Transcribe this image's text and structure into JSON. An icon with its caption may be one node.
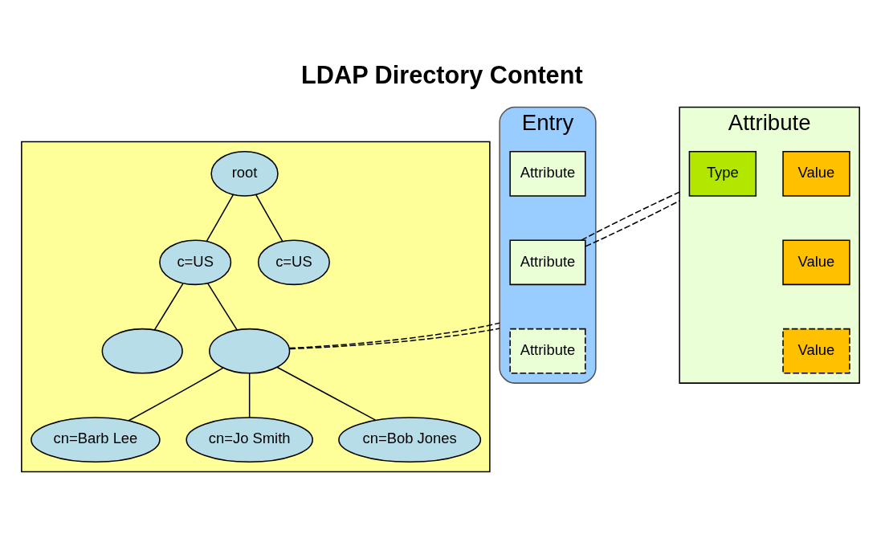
{
  "diagram": {
    "title": "LDAP Directory Content",
    "nodes": [
      {
        "text": [],
        "shape": "box"
      },
      {
        "text": [
          "root"
        ],
        "in": 0
      },
      {
        "text": [
          "c=US"
        ],
        "in": 0
      },
      {
        "text": [
          "c=US"
        ],
        "in": 0
      },
      {
        "text": [],
        "shape": "ellipse",
        "in": 0
      },
      {
        "text": [],
        "shape": "ellipse",
        "in": 0
      },
      {
        "text": [
          "cn=Barb Lee"
        ],
        "in": 0
      },
      {
        "text": [
          "cn=Jo Smith"
        ],
        "in": 0
      },
      {
        "text": [
          "cn=Bob Jones"
        ],
        "in": 0
      },
      {
        "text": [
          "Entry"
        ]
      },
      {
        "text": [
          "Attribute"
        ],
        "in": 9
      },
      {
        "text": [
          "Attribute"
        ],
        "in": 9
      },
      {
        "text": [
          "Attribute"
        ],
        "in": 9
      },
      {
        "text": [
          "Attribute"
        ]
      },
      {
        "text": [
          "Type"
        ],
        "in": 13
      },
      {
        "text": [
          "Value"
        ],
        "in": 13
      },
      {
        "text": [
          "Value"
        ],
        "in": 13
      },
      {
        "text": [
          "Value"
        ],
        "in": 13
      }
    ],
    "edges": [
      {
        "from": 1,
        "to": 2,
        "arrow": "none"
      },
      {
        "from": 1,
        "to": 3,
        "arrow": "none"
      },
      {
        "from": 2,
        "to": 4,
        "arrow": "none"
      },
      {
        "from": 2,
        "to": 5,
        "arrow": "none"
      },
      {
        "from": 5,
        "to": 6,
        "arrow": "none"
      },
      {
        "from": 5,
        "to": 7,
        "arrow": "none"
      },
      {
        "from": 5,
        "to": 8,
        "arrow": "none"
      },
      {
        "from": 5,
        "to": 9,
        "arrow": "none",
        "style": "dashed"
      },
      {
        "from": 5,
        "to": 9,
        "arrow": "none",
        "style": "dashed"
      },
      {
        "from": 11,
        "to": 13,
        "arrow": "none",
        "style": "dashed"
      },
      {
        "from": 11,
        "to": 13,
        "arrow": "none",
        "style": "dashed"
      }
    ]
  }
}
